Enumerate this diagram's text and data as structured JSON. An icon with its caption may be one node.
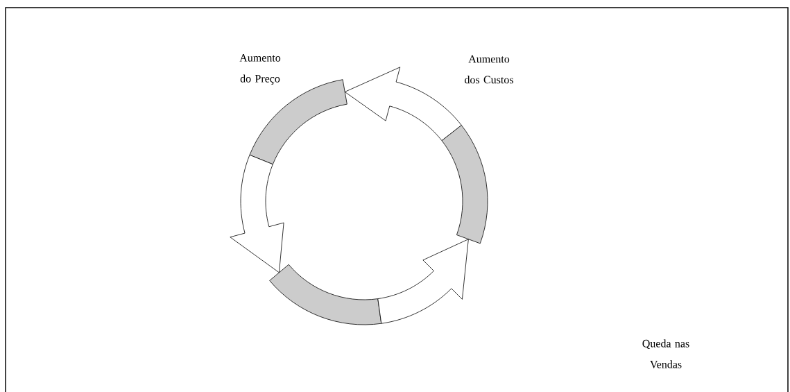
{
  "diagram": {
    "labels": [
      "Aumento do Preço",
      "Aumento dos Custos",
      "Queda nas Vendas"
    ]
  }
}
